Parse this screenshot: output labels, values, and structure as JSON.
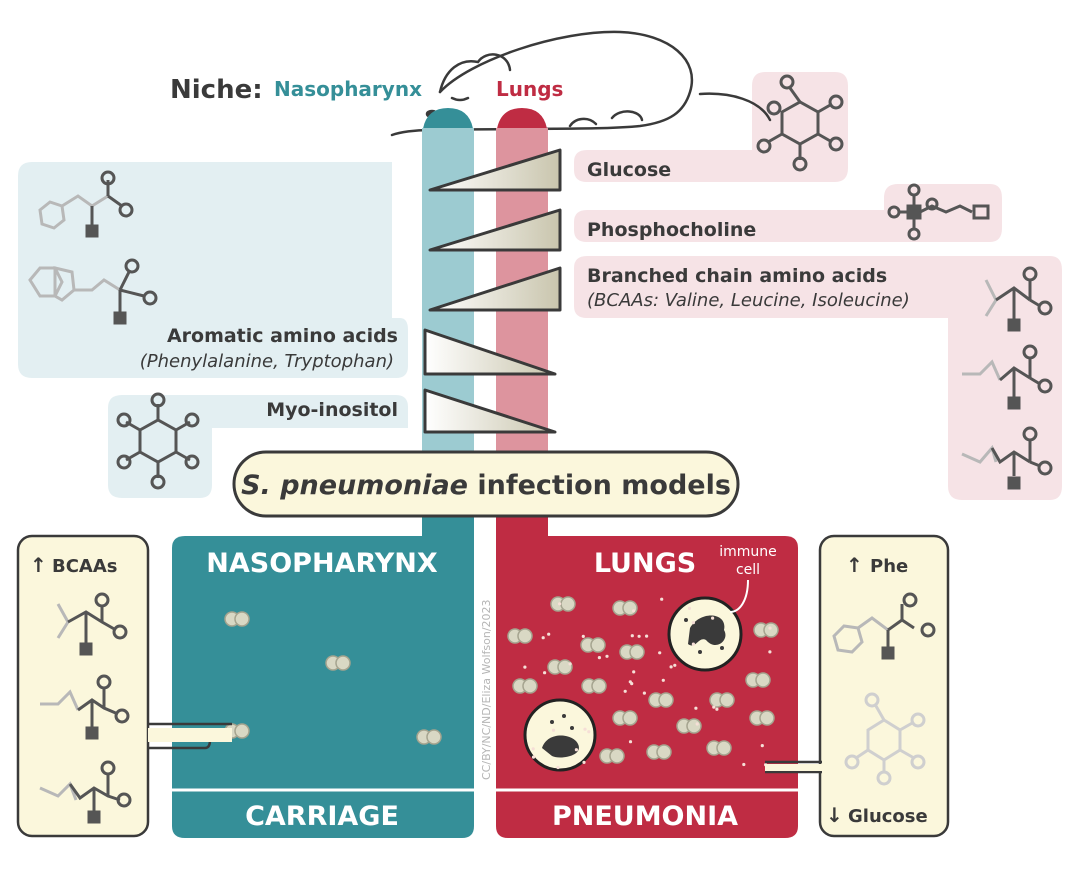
{
  "header": {
    "niche_label": "Niche:",
    "nasopharynx_label": "Nasopharynx",
    "lungs_label": "Lungs"
  },
  "metabolites": {
    "glucose": "Glucose",
    "phosphocholine": "Phosphocholine",
    "bcaa_title": "Branched chain amino acids",
    "bcaa_detail": "(BCAAs: Valine, Leucine, Isoleucine)",
    "aromatic_title": "Aromatic amino acids",
    "aromatic_detail": "(Phenylalanine, Tryptophan)",
    "myoinositol": "Myo-inositol"
  },
  "banner": {
    "italic_part": "S. pneumoniae",
    "rest": " infection models"
  },
  "panels": {
    "nasopharynx_title": "NASOPHARYNX",
    "nasopharynx_footer": "CARRIAGE",
    "lungs_title": "LUNGS",
    "lungs_footer": "PNEUMONIA",
    "immune_cell_label_1": "immune",
    "immune_cell_label_2": "cell"
  },
  "side_boxes": {
    "left_title": "BCAAs",
    "left_arrow": "↑",
    "right_top_title": "Phe",
    "right_top_arrow": "↑",
    "right_bottom_title": "Glucose",
    "right_bottom_arrow": "↓"
  },
  "credit": "CC/BY/NC/ND/Eliza Wolfson/2023",
  "colors": {
    "teal": "#358f98",
    "teal_light": "#9ccbd1",
    "teal_bg": "#e3eff2",
    "red": "#bf2c43",
    "red_light": "#dd949e",
    "pink_bg": "#f6e3e6",
    "cream": "#fbf7dc",
    "triangle": "#cfcbb6",
    "dark": "#3a3a3a"
  }
}
